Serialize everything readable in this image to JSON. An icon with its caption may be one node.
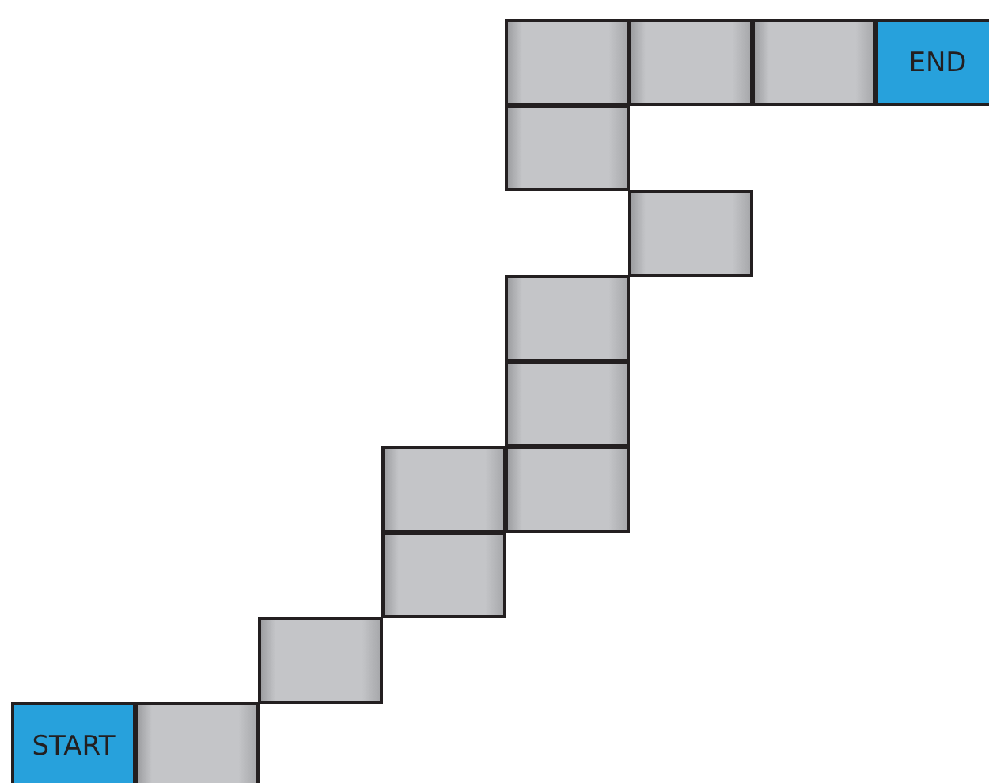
{
  "diagram": {
    "nodes": [
      {
        "text": [],
        "shape": "box"
      },
      {
        "text": [],
        "shape": "box"
      },
      {
        "text": [],
        "shape": "box"
      },
      {
        "text": [
          "END"
        ]
      },
      {
        "text": [],
        "shape": "box"
      },
      {
        "text": [],
        "shape": "box"
      },
      {
        "text": [],
        "shape": "box"
      },
      {
        "text": [],
        "shape": "box"
      },
      {
        "text": [],
        "shape": "box"
      },
      {
        "text": [],
        "shape": "box"
      },
      {
        "text": [],
        "shape": "box"
      },
      {
        "text": [],
        "shape": "box"
      },
      {
        "text": [
          "START"
        ]
      },
      {
        "text": [],
        "shape": "box"
      }
    ]
  }
}
